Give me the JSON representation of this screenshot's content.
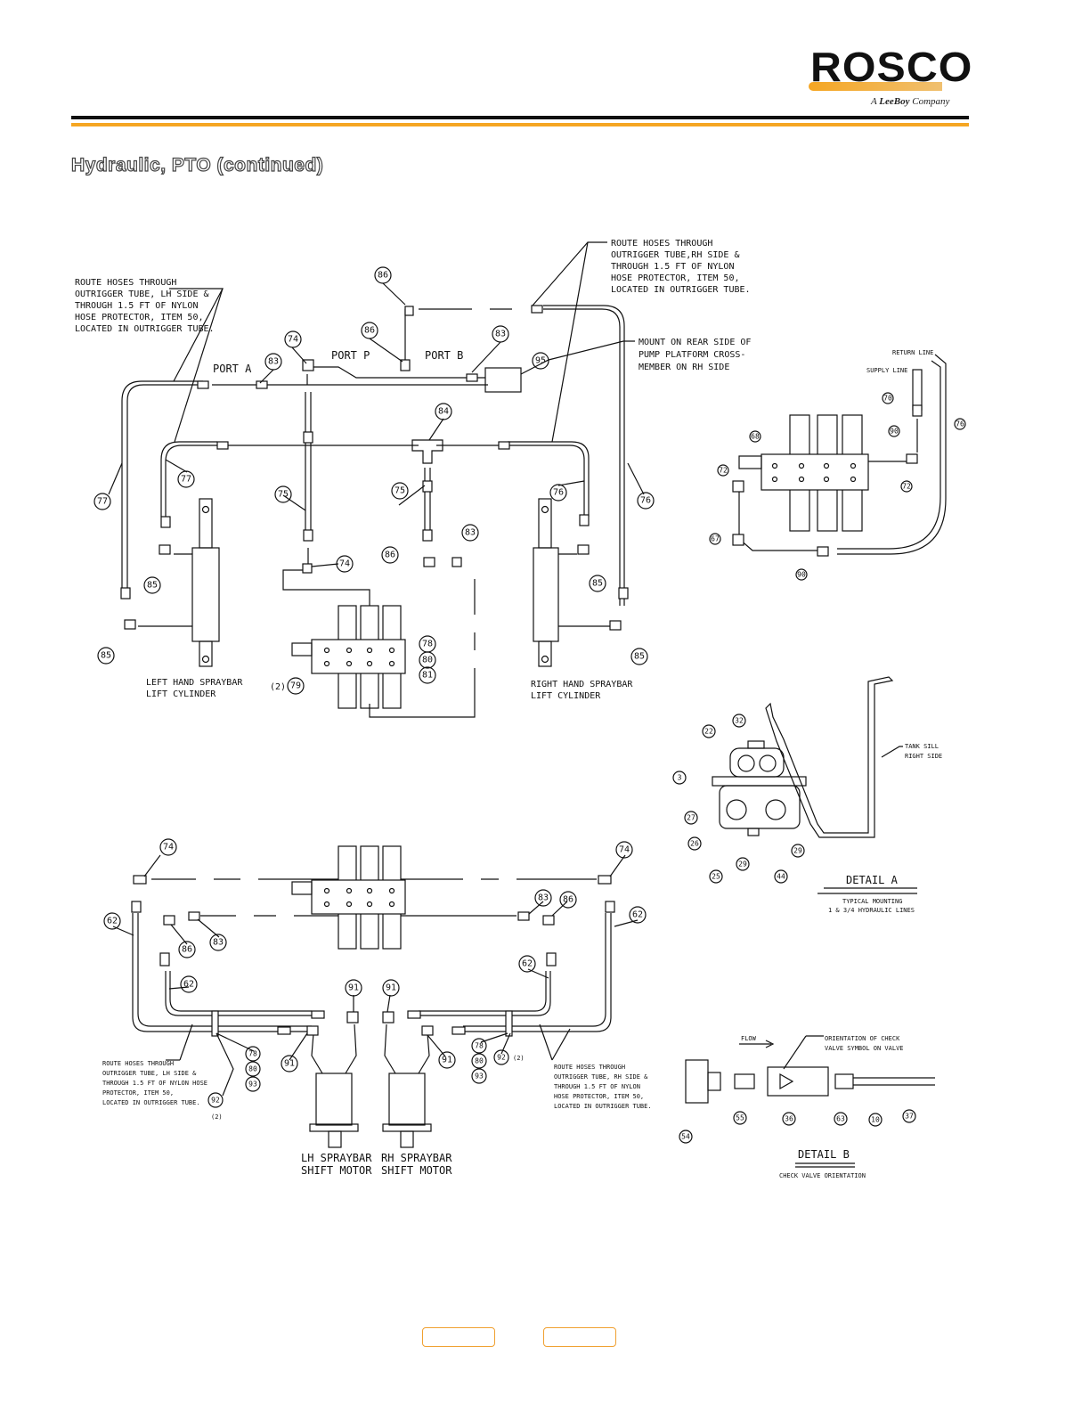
{
  "header": {
    "logo_text": "ROSCO",
    "logo_tagline_prefix": "A",
    "logo_tagline_brand": "LeeBoy",
    "logo_tagline_suffix": "Company",
    "brand_colors": {
      "accent": "#f5a623",
      "rule": "#111111"
    }
  },
  "page": {
    "title": "Hydraulic, PTO (continued)"
  },
  "diagram": {
    "notes": {
      "route_lh": [
        "ROUTE HOSES THROUGH",
        "OUTRIGGER TUBE, LH SIDE &",
        "THROUGH 1.5 FT OF NYLON",
        "HOSE PROTECTOR, ITEM 50,",
        "LOCATED IN OUTRIGGER TUBE."
      ],
      "route_rh": [
        "ROUTE HOSES THROUGH",
        "OUTRIGGER TUBE,RH SIDE &",
        "THROUGH 1.5 FT OF NYLON",
        "HOSE PROTECTOR, ITEM 50,",
        "LOCATED IN OUTRIGGER TUBE."
      ],
      "mount": [
        "MOUNT ON REAR SIDE OF",
        "PUMP PLATFORM CROSS-",
        "MEMBER ON RH SIDE"
      ],
      "route_lh_lower": [
        "ROUTE HOSES THROUGH",
        "OUTRIGGER TUBE, LH SIDE &",
        "THROUGH 1.5 FT OF NYLON HOSE",
        "PROTECTOR, ITEM 50,",
        "LOCATED IN OUTRIGGER TUBE."
      ],
      "route_rh_lower": [
        "ROUTE HOSES THROUGH",
        "OUTRIGGER TUBE, RH SIDE &",
        "THROUGH 1.5 FT OF NYLON",
        "HOSE PROTECTOR, ITEM 50,",
        "LOCATED IN OUTRIGGER TUBE."
      ]
    },
    "ports": {
      "a": "PORT A",
      "p": "PORT P",
      "b": "PORT B"
    },
    "captions": {
      "lh_cyl": [
        "LEFT HAND SPRAYBAR",
        "LIFT CYLINDER"
      ],
      "rh_cyl": [
        "RIGHT HAND SPRAYBAR",
        "LIFT CYLINDER"
      ],
      "lh_motor": [
        "LH SPRAYBAR",
        "SHIFT MOTOR"
      ],
      "rh_motor": [
        "RH SPRAYBAR",
        "SHIFT MOTOR"
      ],
      "qty_two": "(2)",
      "qty_two_b": "(2)",
      "qty_two_c": "(2)"
    },
    "detail_a": {
      "title": "DETAIL A",
      "sub1": "TYPICAL MOUNTING",
      "sub2": "1 & 3/4 HYDRAULIC LINES",
      "tank_sill": [
        "TANK SILL",
        "RIGHT SIDE"
      ]
    },
    "detail_b": {
      "title": "DETAIL B",
      "sub": "CHECK VALVE ORIENTATION",
      "flow": "FLOW",
      "orientation": [
        "ORIENTATION OF CHECK",
        "VALVE SYMBOL ON VALVE"
      ]
    },
    "side_view": {
      "return_line": "RETURN LINE",
      "supply_line": "SUPPLY LINE"
    },
    "items": {
      "i86a": "86",
      "i86b": "86",
      "i86c": "86",
      "i86d": "86",
      "i83a": "83",
      "i83b": "83",
      "i83c": "83",
      "i83d": "83",
      "i83e": "83",
      "i95": "95",
      "i74a": "74",
      "i74b": "74",
      "i74c": "74",
      "i74d": "74",
      "i84": "84",
      "i77a": "77",
      "i77b": "77",
      "i76a": "76",
      "i76b": "76",
      "i75a": "75",
      "i75b": "75",
      "i85a": "85",
      "i85b": "85",
      "i85c": "85",
      "i85d": "85",
      "i78a": "78",
      "i80a": "80",
      "i81": "81",
      "i79": "79",
      "i62a": "62",
      "i62b": "62",
      "i62c": "62",
      "i62d": "62",
      "i91a": "91",
      "i91b": "91",
      "i91c": "91",
      "i91d": "91",
      "i78b": "78",
      "i80b": "80",
      "i93a": "93",
      "i92a": "92",
      "i78c": "78",
      "i80c": "80",
      "i93b": "93",
      "i92b": "92",
      "s76": "76",
      "s90a": "90",
      "s70": "70",
      "s68": "68",
      "s72a": "72",
      "s72b": "72",
      "s67": "67",
      "s90b": "90",
      "d32": "32",
      "d22": "22",
      "d3": "3",
      "d27": "27",
      "d26": "26",
      "d25": "25",
      "d29a": "29",
      "d44": "44",
      "d29b": "29",
      "b54": "54",
      "b55": "55",
      "b36": "36",
      "b63": "63",
      "b10": "10",
      "b37": "37"
    }
  },
  "nav": {
    "prev_label": "",
    "next_label": ""
  }
}
